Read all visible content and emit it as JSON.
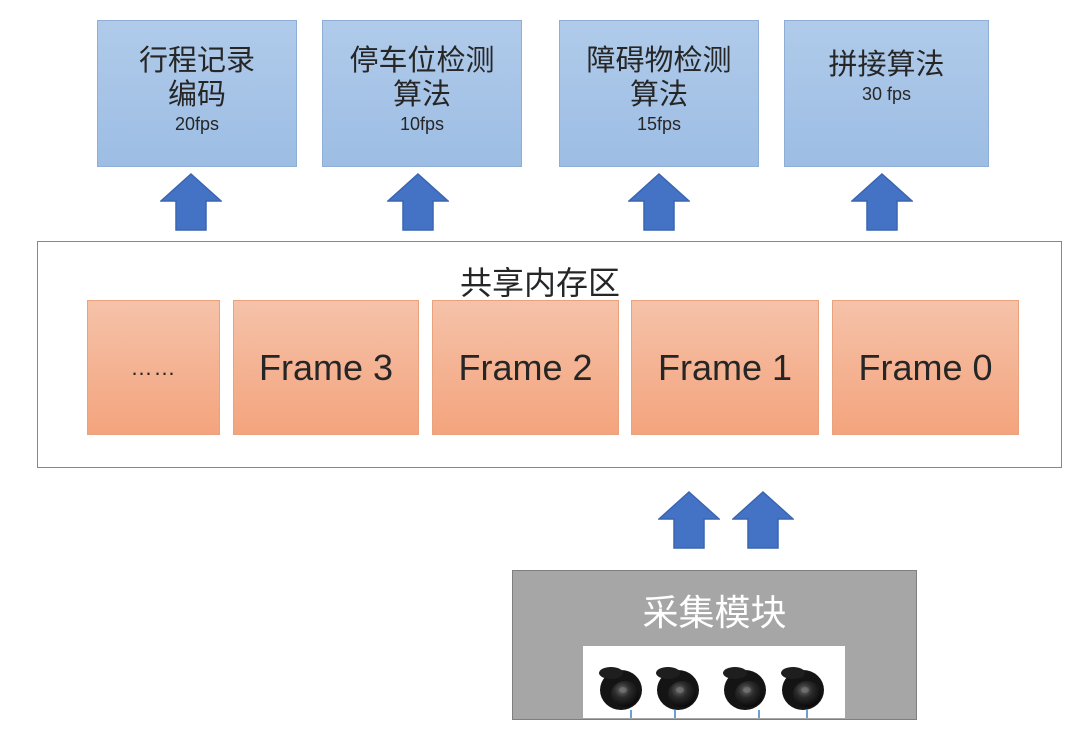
{
  "consumers": [
    {
      "title": "行程记录\n编码",
      "rate": "20fps"
    },
    {
      "title": "停车位检测\n算法",
      "rate": "10fps"
    },
    {
      "title": "障碍物检测\n算法",
      "rate": "15fps"
    },
    {
      "title": "拼接算法",
      "rate": "30 fps"
    }
  ],
  "shared_memory": {
    "title": "共享内存区",
    "frames": [
      "……",
      "Frame 3",
      "Frame 2",
      "Frame 1",
      "Frame 0"
    ]
  },
  "capture_module": {
    "title": "采集模块"
  },
  "colors": {
    "consumer_fill": "#9dbde4",
    "arrow_fill": "#4472c4",
    "frame_fill": "#f4a47d",
    "shared_border": "#5b8fd1",
    "capture_fill": "#a6a6a6"
  }
}
